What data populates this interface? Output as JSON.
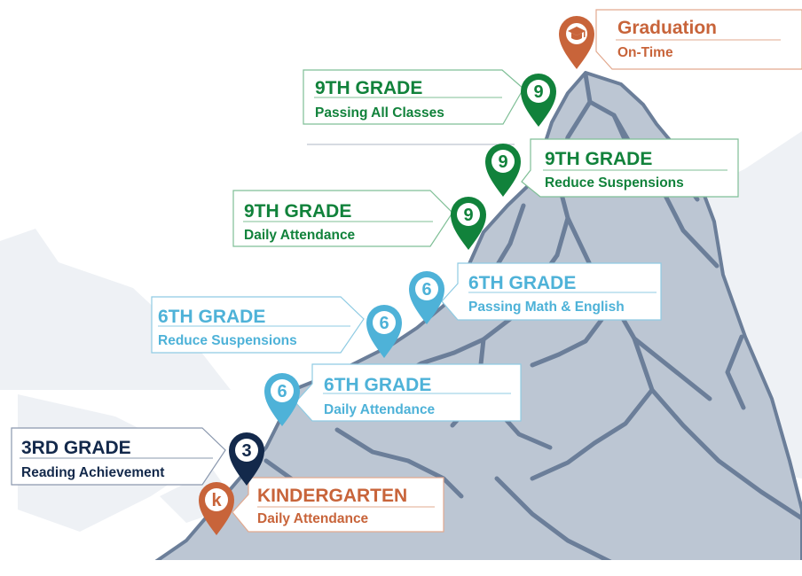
{
  "colors": {
    "orange": "#c8643a",
    "navy": "#13294b",
    "teal": "#4eb2d8",
    "green": "#11823b",
    "mountain_light": "#bcc6d3",
    "mountain_dark": "#6b7e99",
    "background_peaks": "#eef1f5"
  },
  "milestones": [
    {
      "id": "graduation",
      "title": "Graduation",
      "subtitle": "On-Time",
      "pin_label": "",
      "pin_icon": "graduation-cap-icon",
      "color": "#c8643a"
    },
    {
      "id": "9th-passing",
      "title": "9TH GRADE",
      "subtitle": "Passing All Classes",
      "pin_label": "9",
      "color": "#11823b"
    },
    {
      "id": "9th-suspensions",
      "title": "9TH GRADE",
      "subtitle": "Reduce Suspensions",
      "pin_label": "9",
      "color": "#11823b"
    },
    {
      "id": "9th-attendance",
      "title": "9TH GRADE",
      "subtitle": "Daily Attendance",
      "pin_label": "9",
      "color": "#11823b"
    },
    {
      "id": "6th-math-english",
      "title": "6TH GRADE",
      "subtitle": "Passing Math & English",
      "pin_label": "6",
      "color": "#4eb2d8"
    },
    {
      "id": "6th-suspensions",
      "title": "6TH GRADE",
      "subtitle": "Reduce Suspensions",
      "pin_label": "6",
      "color": "#4eb2d8"
    },
    {
      "id": "6th-attendance",
      "title": "6TH GRADE",
      "subtitle": "Daily Attendance",
      "pin_label": "6",
      "color": "#4eb2d8"
    },
    {
      "id": "3rd-reading",
      "title": "3RD GRADE",
      "subtitle": "Reading Achievement",
      "pin_label": "3",
      "color": "#13294b"
    },
    {
      "id": "kindergarten",
      "title": "KINDERGARTEN",
      "subtitle": "Daily Attendance",
      "pin_label": "k",
      "color": "#c8643a"
    }
  ]
}
